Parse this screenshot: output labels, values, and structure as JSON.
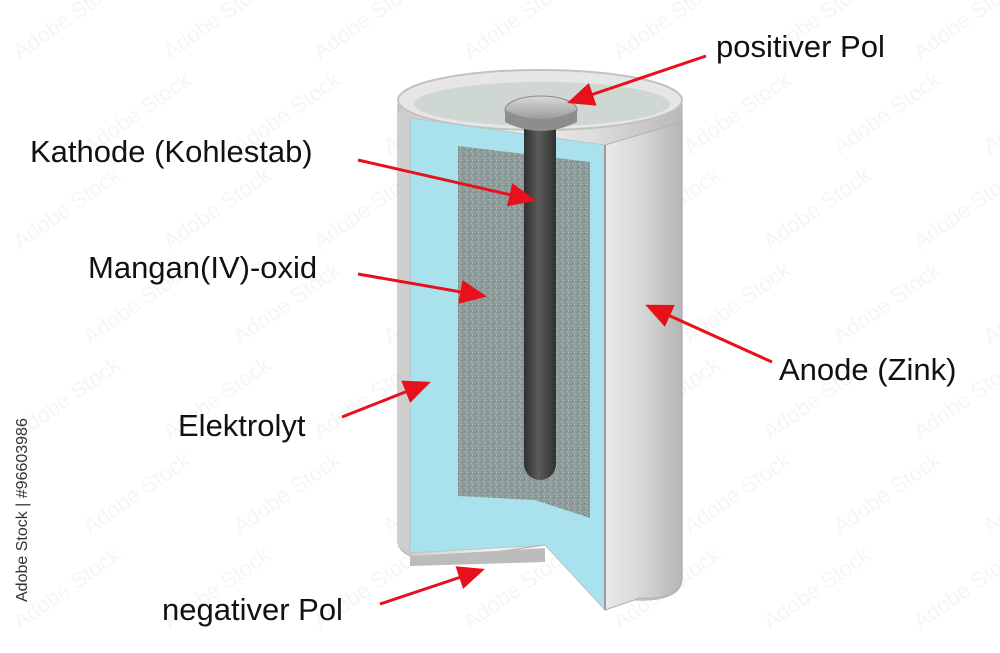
{
  "labels": {
    "positive_pole": "positiver Pol",
    "cathode": "Kathode (Kohlestab)",
    "manganese_oxide": "Mangan(IV)-oxid",
    "electrolyte": "Elektrolyt",
    "anode": "Anode (Zink)",
    "negative_pole": "negativer Pol"
  },
  "side_text": "Adobe Stock | #96603986",
  "watermark_text": "Adobe Stock",
  "colors": {
    "arrow": "#e8101a",
    "electrolyte": "#a9e2ec",
    "manganese_oxide": "#8e9c9b",
    "carbon_rod": "#4a4a4a",
    "zinc_casing": "#d8d8d8"
  }
}
